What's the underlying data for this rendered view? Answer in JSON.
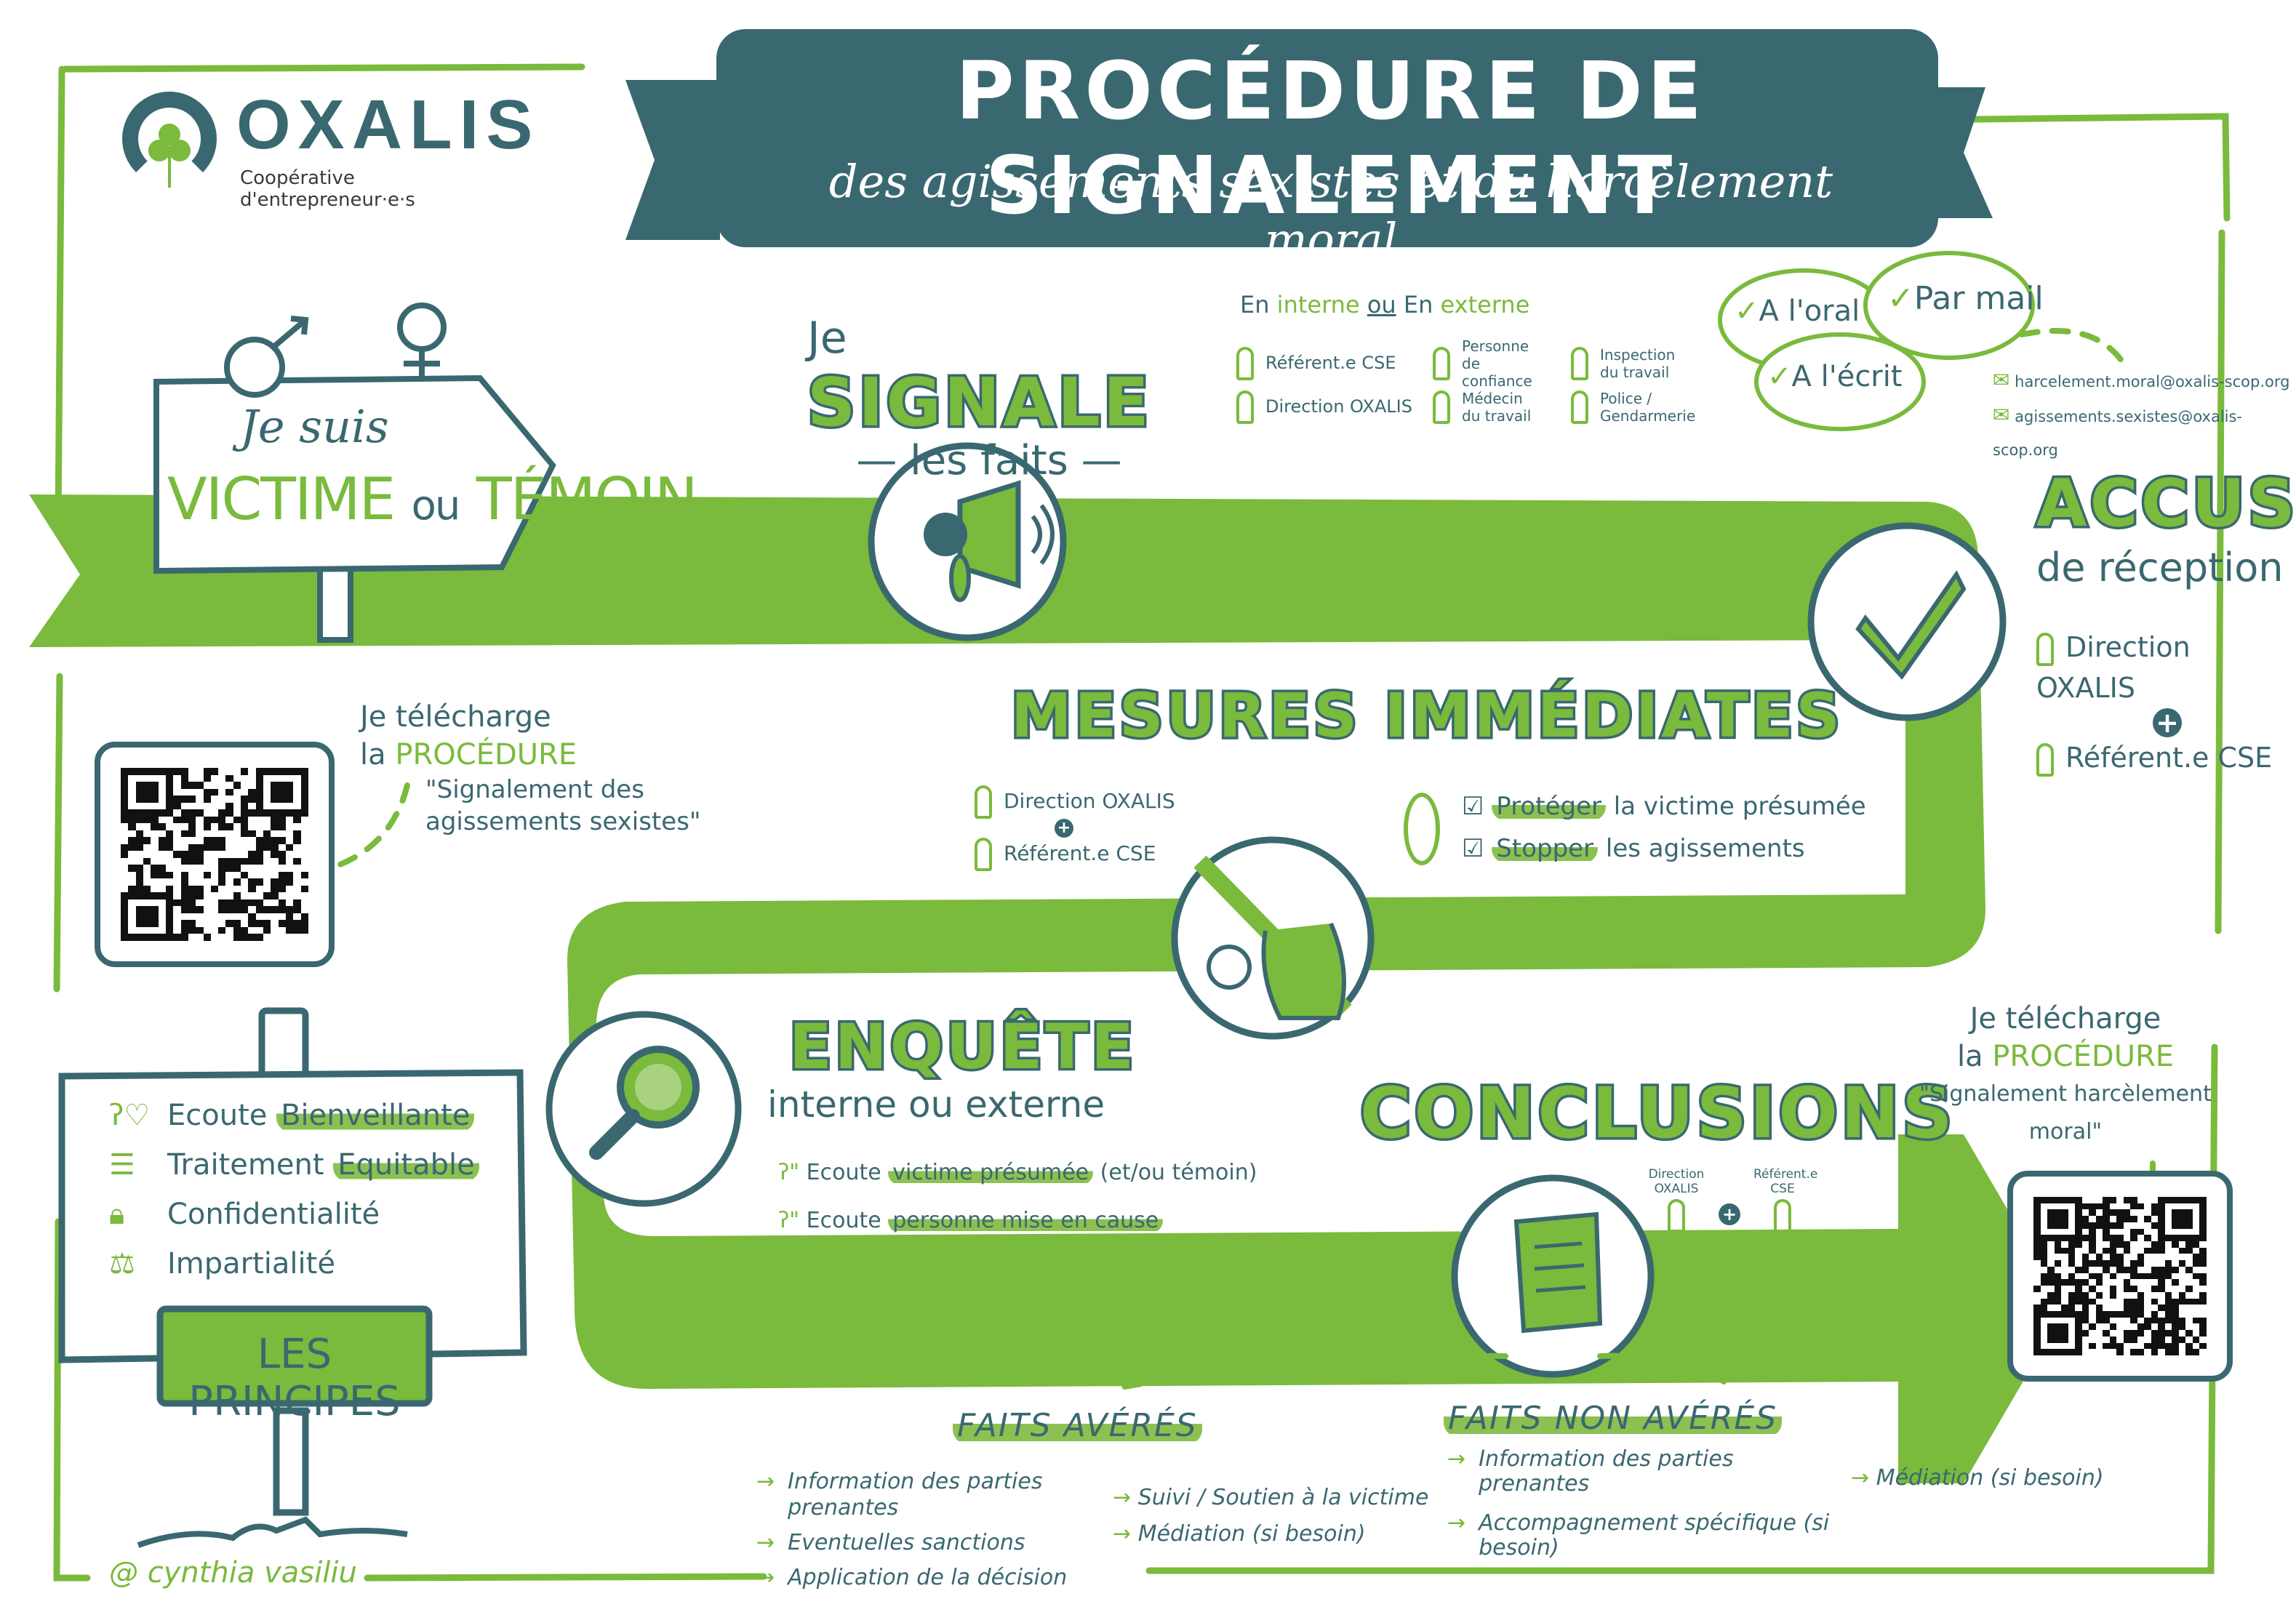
{
  "logo": {
    "name": "OXALIS",
    "tagline": "Coopérative d'entrepreneur·e·s",
    "icon": "clover-icon"
  },
  "banner": {
    "title": "PROCÉDURE DE SIGNALEMENT",
    "subtitle": "des agissements sexistes et du harcèlement moral"
  },
  "colors": {
    "teal": "#3a6870",
    "green": "#7aba3c"
  },
  "start_sign": {
    "prefix": "Je suis",
    "victim": "VICTIME",
    "connector": "ou",
    "witness": "TÉMOIN",
    "icons": [
      "male-symbol-icon",
      "female-symbol-icon"
    ]
  },
  "step_signal": {
    "prefix": "Je",
    "title": "SIGNALE",
    "subtitle": "les faits",
    "icon": "megaphone-icon",
    "scope_label": {
      "a": "En",
      "b": "interne",
      "c": "ou",
      "d": "En",
      "e": "externe"
    },
    "contacts": [
      "Référent.e CSE",
      "Direction OXALIS",
      "Personne de confiance",
      "Médecin du travail",
      "Inspection du travail",
      "Police / Gendarmerie"
    ],
    "channels": [
      "A l'oral",
      "Par mail",
      "A l'écrit"
    ],
    "emails": [
      "harcelement.moral@oxalis-scop.org",
      "agissements.sexistes@oxalis-scop.org"
    ]
  },
  "step_accuse": {
    "title": "ACCUSÉ",
    "subtitle": "de réception",
    "icon": "checkmark-icon",
    "actors": [
      "Direction OXALIS",
      "Référent.e CSE"
    ]
  },
  "step_mesures": {
    "title": "MESURES IMMÉDIATES",
    "icon": "stop-hand-icon",
    "actors": [
      "Direction OXALIS",
      "Référent.e CSE"
    ],
    "actions": [
      {
        "highlight": "Protéger",
        "rest": "la victime présumée"
      },
      {
        "highlight": "Stopper",
        "rest": "les agissements"
      }
    ]
  },
  "step_enquete": {
    "title": "ENQUÊTE",
    "subtitle": "interne ou externe",
    "icon": "magnifier-icon",
    "items": [
      {
        "prefix": "Ecoute",
        "highlight": "victime présumée",
        "suffix": "(et/ou témoin)"
      },
      {
        "prefix": "Ecoute",
        "highlight": "personne mise en cause",
        "suffix": ""
      }
    ]
  },
  "step_conclusions": {
    "title": "CONCLUSIONS",
    "icon": "scroll-icon",
    "actors": [
      "Direction OXALIS",
      "Référent.e CSE"
    ]
  },
  "faits_averes": {
    "title": "FAITS AVÉRÉS",
    "col1": [
      "Information des parties prenantes",
      "Eventuelles sanctions",
      "Application de la décision"
    ],
    "col2": [
      "Suivi / Soutien à la victime",
      "Médiation (si besoin)"
    ]
  },
  "faits_non_averes": {
    "title": "FAITS NON AVÉRÉS",
    "col1": [
      "Information des parties prenantes",
      "Accompagnement spécifique (si besoin)"
    ],
    "col2": [
      "Médiation (si besoin)"
    ]
  },
  "download_left": {
    "line1": "Je télécharge",
    "line2a": "la",
    "line2b": "PROCÉDURE",
    "quote": "\"Signalement des agissements sexistes\""
  },
  "download_right": {
    "line1": "Je télécharge",
    "line2a": "la",
    "line2b": "PROCÉDURE",
    "quote": "\"Signalement harcèlement moral\""
  },
  "principles": {
    "title": "LES PRINCIPES",
    "items": [
      {
        "icon": "ear-heart-icon",
        "text": "Ecoute",
        "highlight": "Bienveillante"
      },
      {
        "icon": "equal-icon",
        "text": "Traitement",
        "highlight": "Equitable"
      },
      {
        "icon": "padlock-icon",
        "text": "Confidentialité",
        "highlight": ""
      },
      {
        "icon": "scales-icon",
        "text": "Impartialité",
        "highlight": ""
      }
    ]
  },
  "credit": "@ cynthia vasiliu"
}
